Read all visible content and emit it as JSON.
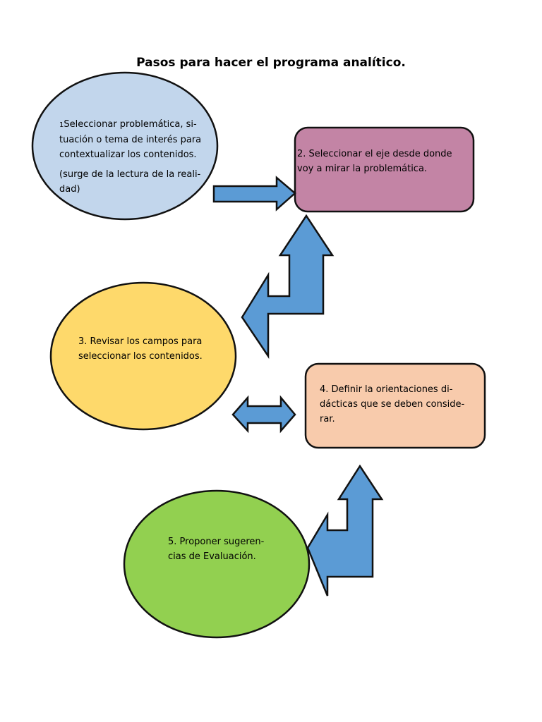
{
  "title": "Pasos para hacer el programa analítico.",
  "colors": {
    "step1_fill": "#c2d6ec",
    "step2_fill": "#c384a5",
    "step3_fill": "#fed96b",
    "step4_fill": "#f8cbac",
    "step5_fill": "#92d050",
    "arrow_fill": "#5b9bd5",
    "outline": "#111111"
  },
  "steps": [
    {
      "number": "1",
      "shape": "ellipse",
      "lines": [
        "Seleccionar problemática, si-",
        "tuación o tema de interés para",
        "contextualizar los contenidos."
      ],
      "note_lines": [
        "(surge de la lectura de la reali-",
        "dad)"
      ]
    },
    {
      "shape": "rounded-rectangle",
      "lines": [
        "2. Seleccionar el eje desde donde",
        "voy a mirar la problemática."
      ]
    },
    {
      "shape": "ellipse",
      "lines": [
        "3. Revisar los campos para",
        "seleccionar los contenidos."
      ]
    },
    {
      "shape": "rounded-rectangle",
      "lines": [
        "4. Definir la orientaciones di-",
        "dácticas que se deben conside-",
        "rar."
      ]
    },
    {
      "shape": "ellipse",
      "lines": [
        "5. Proponer sugeren-",
        "cias de Evaluación."
      ]
    }
  ],
  "connectors": [
    {
      "from": 1,
      "to": 2,
      "kind": "right-arrow"
    },
    {
      "from": 3,
      "to": 2,
      "kind": "bent-up-arrow"
    },
    {
      "from": 3,
      "to": 4,
      "kind": "left-right-arrow"
    },
    {
      "from": 5,
      "to": 4,
      "kind": "bent-up-arrow"
    }
  ]
}
